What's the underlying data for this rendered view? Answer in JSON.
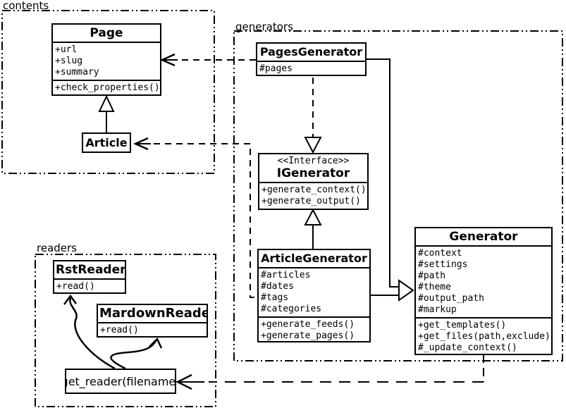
{
  "packages": {
    "contents": {
      "label": "contents"
    },
    "generators": {
      "label": "generators"
    },
    "readers": {
      "label": "readers"
    }
  },
  "classes": {
    "page": {
      "name": "Page",
      "attributes": [
        "+url",
        "+slug",
        "+summary"
      ],
      "methods": [
        "+check_properties()"
      ]
    },
    "article": {
      "name": "Article"
    },
    "pages_generator": {
      "name": "PagesGenerator",
      "attributes": [
        "#pages"
      ]
    },
    "igenerator": {
      "stereotype": "<<Interface>>",
      "name": "IGenerator",
      "methods": [
        "+generate_context()",
        "+generate_output()"
      ]
    },
    "article_generator": {
      "name": "ArticleGenerator",
      "attributes": [
        "#articles",
        "#dates",
        "#tags",
        "#categories"
      ],
      "methods": [
        "+generate_feeds()",
        "+generate_pages()"
      ]
    },
    "generator": {
      "name": "Generator",
      "attributes": [
        "#context",
        "#settings",
        "#path",
        "#theme",
        "#output_path",
        "#markup"
      ],
      "methods": [
        "+get_templates()",
        "+get_files(path,exclude)",
        "#_update_context()"
      ]
    },
    "rst_reader": {
      "name": "RstReader",
      "methods": [
        "+read()"
      ]
    },
    "mardown_reader": {
      "name": "MardownReader",
      "methods": [
        "+read()"
      ]
    },
    "get_reader": {
      "name": "get_reader(filename)"
    }
  },
  "relationships": [
    {
      "type": "generalization",
      "from": "Article",
      "to": "Page"
    },
    {
      "type": "dependency",
      "from": "PagesGenerator",
      "to": "Page"
    },
    {
      "type": "dependency",
      "from": "ArticleGenerator",
      "to": "Article"
    },
    {
      "type": "realization",
      "from": "PagesGenerator",
      "to": "IGenerator"
    },
    {
      "type": "generalization",
      "from": "ArticleGenerator",
      "to": "IGenerator"
    },
    {
      "type": "generalization",
      "from": "PagesGenerator",
      "to": "Generator"
    },
    {
      "type": "generalization",
      "from": "ArticleGenerator",
      "to": "Generator"
    },
    {
      "type": "dependency",
      "from": "Generator",
      "to": "get_reader(filename)"
    },
    {
      "type": "association",
      "from": "get_reader(filename)",
      "to": "RstReader"
    },
    {
      "type": "association",
      "from": "get_reader(filename)",
      "to": "MardownReader"
    }
  ],
  "colors": {
    "line": "#000000",
    "background": "#ffffff",
    "box_fill": "#ffffff"
  }
}
